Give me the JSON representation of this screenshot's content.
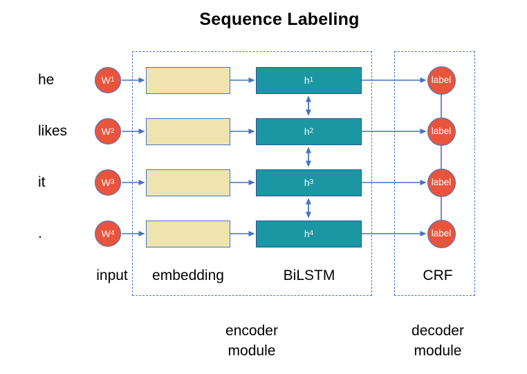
{
  "title": "Sequence Labeling",
  "rows": [
    {
      "word": "he",
      "input_label": "W",
      "input_sub": "1",
      "hidden_label": "h",
      "hidden_sub": "1",
      "output_label": "label"
    },
    {
      "word": "likes",
      "input_label": "W",
      "input_sub": "2",
      "hidden_label": "h",
      "hidden_sub": "2",
      "output_label": "label"
    },
    {
      "word": "it",
      "input_label": "W",
      "input_sub": "3",
      "hidden_label": "h",
      "hidden_sub": "3",
      "output_label": "label"
    },
    {
      "word": ".",
      "input_label": "W",
      "input_sub": "4",
      "hidden_label": "h",
      "hidden_sub": "4",
      "output_label": "label"
    }
  ],
  "layers": {
    "input": "input",
    "embedding": "embedding",
    "bilstm": "BiLSTM",
    "crf": "CRF"
  },
  "modules": {
    "encoder_line1": "encoder",
    "encoder_line2": "module",
    "decoder_line1": "decoder",
    "decoder_line2": "module"
  },
  "colors": {
    "accent_blue": "#4472C4",
    "node_red": "#E8543C",
    "hidden_teal": "#1B96A3",
    "embedding_tan": "#EFE4B0",
    "teal_border": "#2F5597",
    "text_black": "#000000",
    "background": "#FFFFFF"
  }
}
